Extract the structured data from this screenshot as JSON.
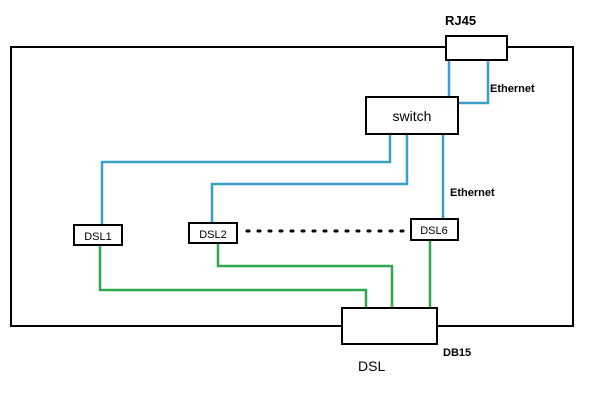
{
  "labels": {
    "rj45": "RJ45",
    "switch": "switch",
    "ethernet_top": "Ethernet",
    "ethernet_mid": "Ethernet",
    "dsl1": "DSL1",
    "dsl2": "DSL2",
    "dsl6": "DSL6",
    "db15": "DB15",
    "dsl": "DSL"
  },
  "colors": {
    "outline": "#000000",
    "ethernet_wire": "#3a9fc4",
    "dsl_wire": "#2ea84a",
    "dots": "#000000"
  }
}
